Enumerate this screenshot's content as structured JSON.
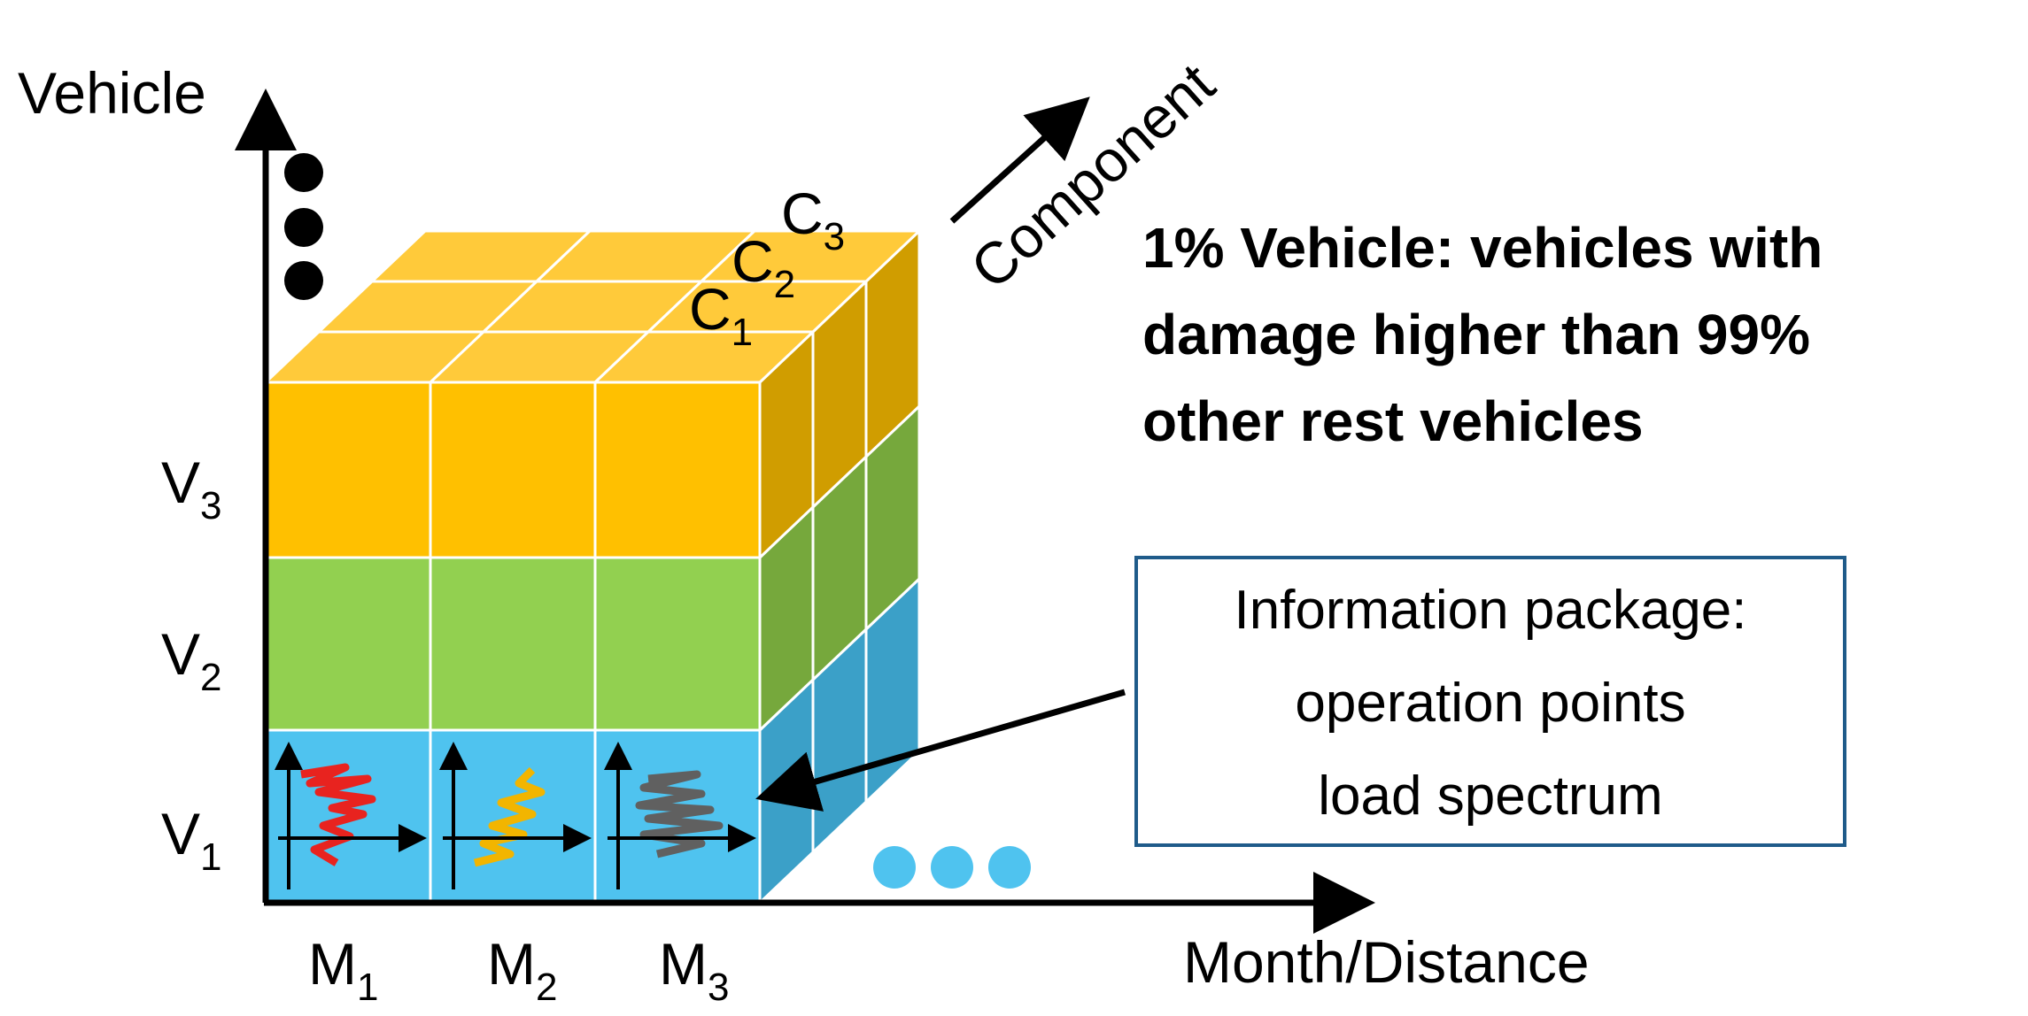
{
  "axes": {
    "y_label": "Vehicle",
    "x_label": "Month/Distance",
    "z_label": "Component"
  },
  "rows": [
    {
      "letter": "V",
      "index": "1"
    },
    {
      "letter": "V",
      "index": "2"
    },
    {
      "letter": "V",
      "index": "3"
    }
  ],
  "columns": [
    {
      "letter": "M",
      "index": "1"
    },
    {
      "letter": "M",
      "index": "2"
    },
    {
      "letter": "M",
      "index": "3"
    }
  ],
  "components": [
    {
      "letter": "C",
      "index": "1"
    },
    {
      "letter": "C",
      "index": "2"
    },
    {
      "letter": "C",
      "index": "3"
    }
  ],
  "note": {
    "lines": [
      "1% Vehicle: vehicles with",
      "damage higher than 99%",
      "other rest vehicles"
    ]
  },
  "info_box": {
    "lines": [
      "Information package:",
      "operation points",
      "load spectrum"
    ]
  },
  "colors": {
    "v1_front": "#4fc3ef",
    "v1_side": "#3ba0c8",
    "v2_front": "#92d050",
    "v2_side": "#76a83c",
    "v3_front": "#ffc000",
    "v3_side": "#d09d00",
    "v3_top": "#ffca3a",
    "box_border": "#1f5b8a",
    "ellipsis_dots_x": "#4fc3ef",
    "ellipsis_dots_y": "#000000",
    "trace_m1": "#e8231f",
    "trace_m2": "#f2b500",
    "trace_m3": "#606060"
  },
  "decorations": {
    "y_ellipsis": "vertical-dots",
    "x_ellipsis": "horizontal-dots"
  }
}
